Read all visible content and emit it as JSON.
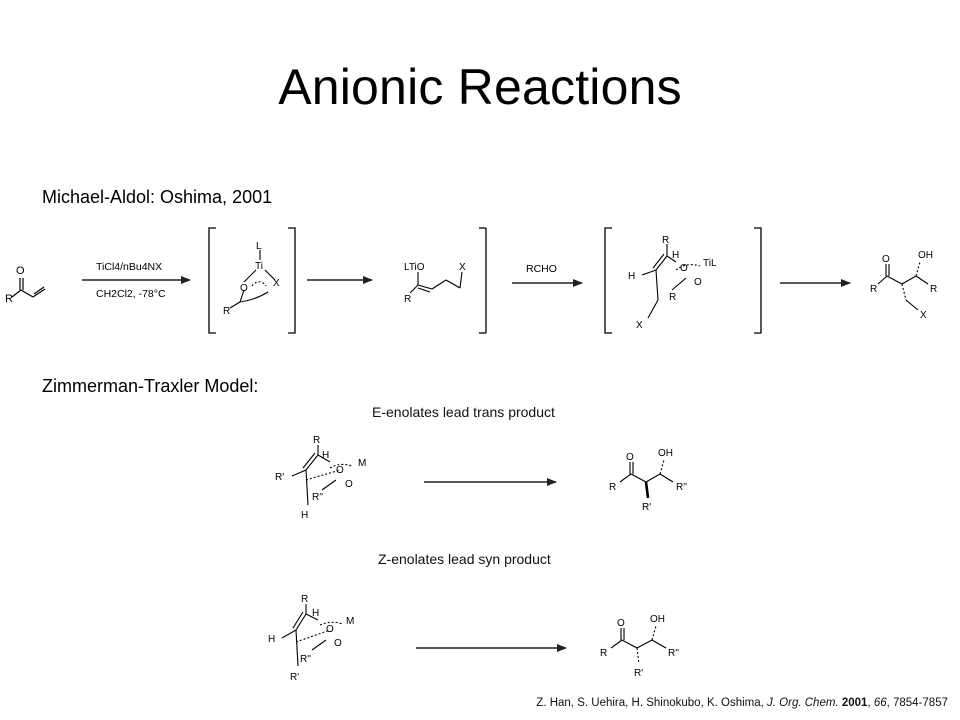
{
  "slide": {
    "title": "Anionic Reactions"
  },
  "michael_aldol": {
    "heading": "Michael-Aldol: Oshima, 2001",
    "reagents_top": "TiCl4/nBu4NX",
    "reagents_bottom": "CH2Cl2, -78°C",
    "rcho_label": "RCHO",
    "atoms": {
      "O": "O",
      "R": "R",
      "L": "L",
      "Ti": "Ti",
      "X": "X",
      "LTiO": "LTiO",
      "H": "H",
      "TiL": "TiL",
      "OH": "OH"
    }
  },
  "zimmerman_traxler": {
    "heading": "Zimmerman-Traxler Model:",
    "caption_e": "E-enolates lead trans product",
    "caption_z": "Z-enolates lead syn product",
    "atoms": {
      "R": "R",
      "Rp": "R'",
      "Rpp": "R''",
      "H": "H",
      "O": "O",
      "M": "M",
      "OH": "OH"
    }
  },
  "citation": {
    "authors": "Z. Han, S. Uehira, H. Shinokubo, K. Oshima,",
    "journal": "J. Org. Chem.",
    "year": "2001",
    "volume": "66",
    "pages": ", 7854-7857"
  }
}
